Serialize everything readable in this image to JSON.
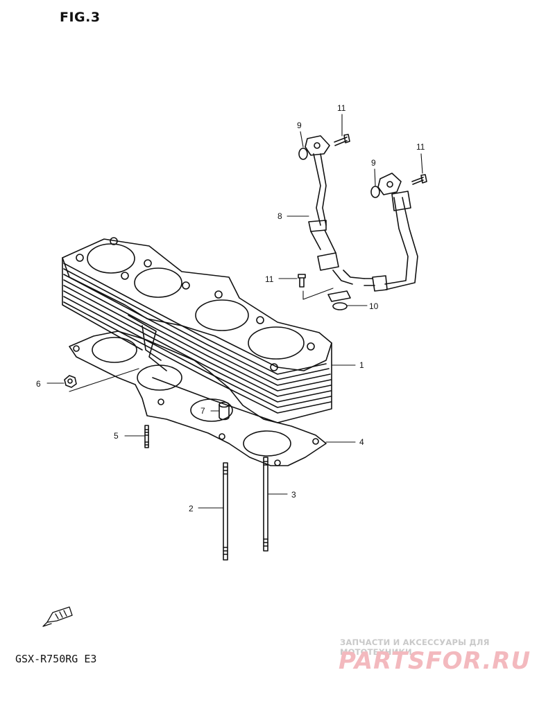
{
  "figure": {
    "title": "FIG.3",
    "model": "GSX-R750RG  E3"
  },
  "callouts": [
    {
      "id": "c1",
      "text": "1"
    },
    {
      "id": "c2",
      "text": "2"
    },
    {
      "id": "c3",
      "text": "3"
    },
    {
      "id": "c4",
      "text": "4"
    },
    {
      "id": "c5",
      "text": "5"
    },
    {
      "id": "c6",
      "text": "6"
    },
    {
      "id": "c7",
      "text": "7"
    },
    {
      "id": "c8",
      "text": "8"
    },
    {
      "id": "c9a",
      "text": "9"
    },
    {
      "id": "c9b",
      "text": "9"
    },
    {
      "id": "c10",
      "text": "10"
    },
    {
      "id": "c11a",
      "text": "11"
    },
    {
      "id": "c11b",
      "text": "11"
    },
    {
      "id": "c11c",
      "text": "11"
    }
  ],
  "watermark": {
    "tagline": "ЗАПЧАСТИ И АКСЕССУАРЫ ДЛЯ МОТОТЕХНИКИ",
    "logo": "PARTSFOR.RU",
    "logo_color": "#f3b9be"
  },
  "colors": {
    "ink": "#111111",
    "background": "#ffffff"
  }
}
